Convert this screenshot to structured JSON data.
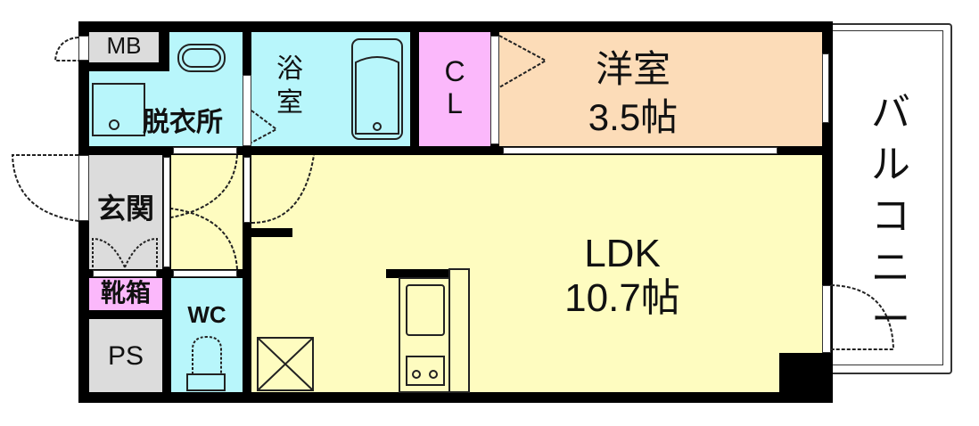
{
  "floor_plan": {
    "colors": {
      "wall": "#000000",
      "wet_area": "#b8f6fb",
      "storage": "#fbb8fb",
      "bedroom": "#fcdcb8",
      "ldk": "#fefcc0",
      "entrance": "#dcdcdc",
      "balcony": "#ffffff"
    },
    "rooms": {
      "mb": {
        "label": "MB"
      },
      "dressing": {
        "label": "脱衣所"
      },
      "bath": {
        "label_line1": "浴",
        "label_line2": "室"
      },
      "closet": {
        "label_line1": "C",
        "label_line2": "L"
      },
      "western_room": {
        "label_line1": "洋室",
        "label_line2": "3.5帖"
      },
      "balcony": {
        "label_chars": [
          "バ",
          "ル",
          "コ",
          "ニ",
          "ー"
        ]
      },
      "entrance": {
        "label": "玄関"
      },
      "shoe_box": {
        "label": "靴箱"
      },
      "wc": {
        "label": "WC"
      },
      "ps": {
        "label": "PS"
      },
      "ldk": {
        "label_line1": "LDK",
        "label_line2": "10.7帖"
      }
    }
  }
}
